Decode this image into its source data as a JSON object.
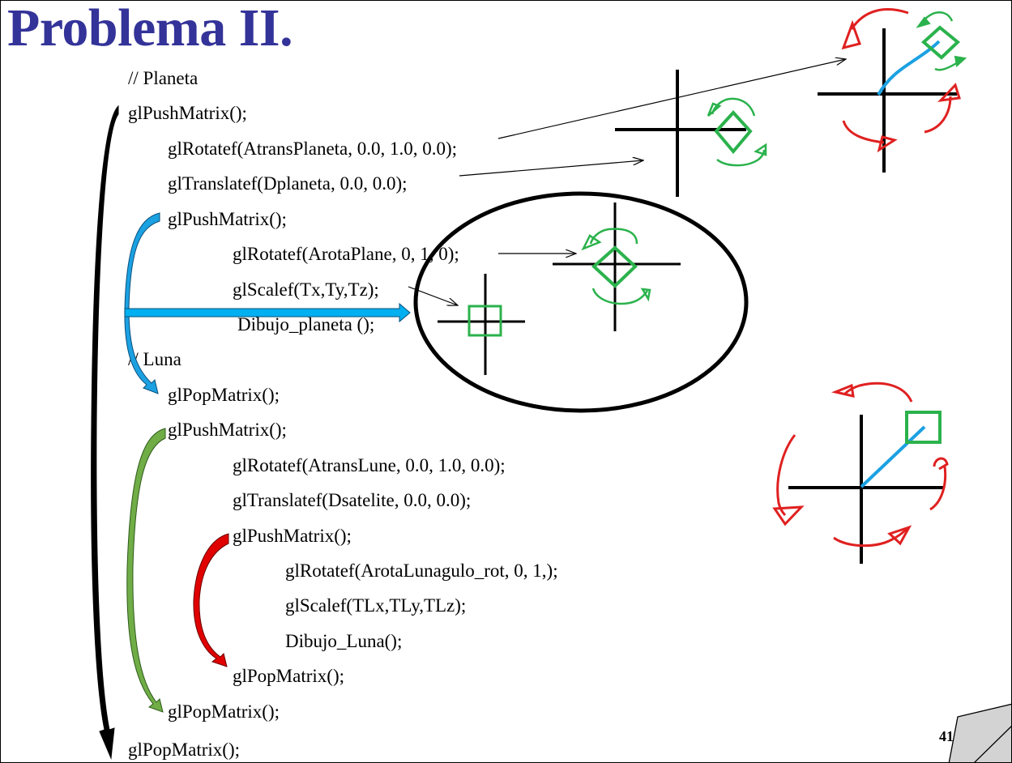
{
  "slide": {
    "title": "Problema II.",
    "page_number": "41",
    "code_lines": [
      {
        "id": "comment-planeta",
        "text": "// Planeta"
      },
      {
        "id": "push-1",
        "text": "glPushMatrix();"
      },
      {
        "id": "rotate-planeta",
        "text": "glRotatef(AtransPlaneta, 0.0, 1.0, 0.0);"
      },
      {
        "id": "translate-planeta",
        "text": "glTranslatef(Dplaneta, 0.0, 0.0);"
      },
      {
        "id": "push-2",
        "text": "glPushMatrix();"
      },
      {
        "id": "rotate-plane",
        "text": "glRotatef(ArotaPlane, 0, 1, 0);"
      },
      {
        "id": "scale-planeta",
        "text": "glScalef(Tx,Ty,Tz);"
      },
      {
        "id": "draw-planeta",
        "text": "Dibujo_planeta ();"
      },
      {
        "id": "comment-luna",
        "text": "// Luna"
      },
      {
        "id": "pop-2",
        "text": "glPopMatrix();"
      },
      {
        "id": "push-3",
        "text": "glPushMatrix();"
      },
      {
        "id": "rotate-lune",
        "text": "glRotatef(AtransLune, 0.0, 1.0, 0.0);"
      },
      {
        "id": "translate-satelite",
        "text": "glTranslatef(Dsatelite, 0.0, 0.0);"
      },
      {
        "id": "push-4",
        "text": "glPushMatrix();"
      },
      {
        "id": "rotate-luna",
        "text": "glRotatef(ArotaLunagulo_rot, 0, 1,);"
      },
      {
        "id": "scale-luna",
        "text": "glScalef(TLx,TLy,TLz);"
      },
      {
        "id": "draw-luna",
        "text": "Dibujo_Luna();"
      },
      {
        "id": "pop-4",
        "text": "glPopMatrix();"
      },
      {
        "id": "pop-3",
        "text": "glPopMatrix();"
      },
      {
        "id": "pop-1",
        "text": "glPopMatrix();"
      }
    ]
  },
  "colors": {
    "title": "#333399",
    "bracket_outer": "#000000",
    "bracket_planet": "#1ba1e2",
    "bracket_moon_orbit": "#70ad47",
    "bracket_moon_self": "#e00000",
    "axis": "#000000",
    "object_square": "#22aa44",
    "rotation_planet": "#22aa44",
    "rotation_orbit": "#e02020",
    "radius_line": "#1ba1e2",
    "page_tab": "#d3d3d3"
  },
  "diagrams": [
    {
      "name": "scaled-planet",
      "shape": "square",
      "rotation": "none"
    },
    {
      "name": "self-rotating-planet",
      "shape": "diamond",
      "rotation": "self"
    },
    {
      "name": "translated-planet",
      "shape": "diamond",
      "rotation": "self"
    },
    {
      "name": "orbiting-planet",
      "shape": "diamond",
      "rotation": "orbit+self"
    },
    {
      "name": "orbiting-moon",
      "shape": "square",
      "rotation": "orbit"
    }
  ]
}
